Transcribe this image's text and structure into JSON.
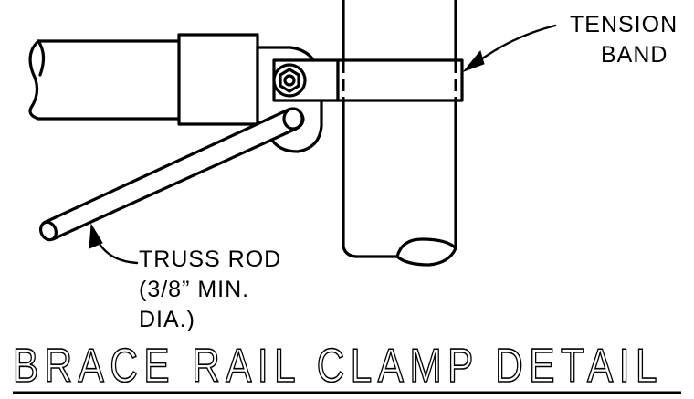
{
  "labels": {
    "tension_band_line1": "TENSION",
    "tension_band_line2": "BAND",
    "truss_rod_line1": "TRUSS  ROD",
    "truss_rod_line2": "(3/8”  MIN.",
    "truss_rod_line3": "DIA.)"
  },
  "title": "BRACE RAIL CLAMP DETAIL"
}
